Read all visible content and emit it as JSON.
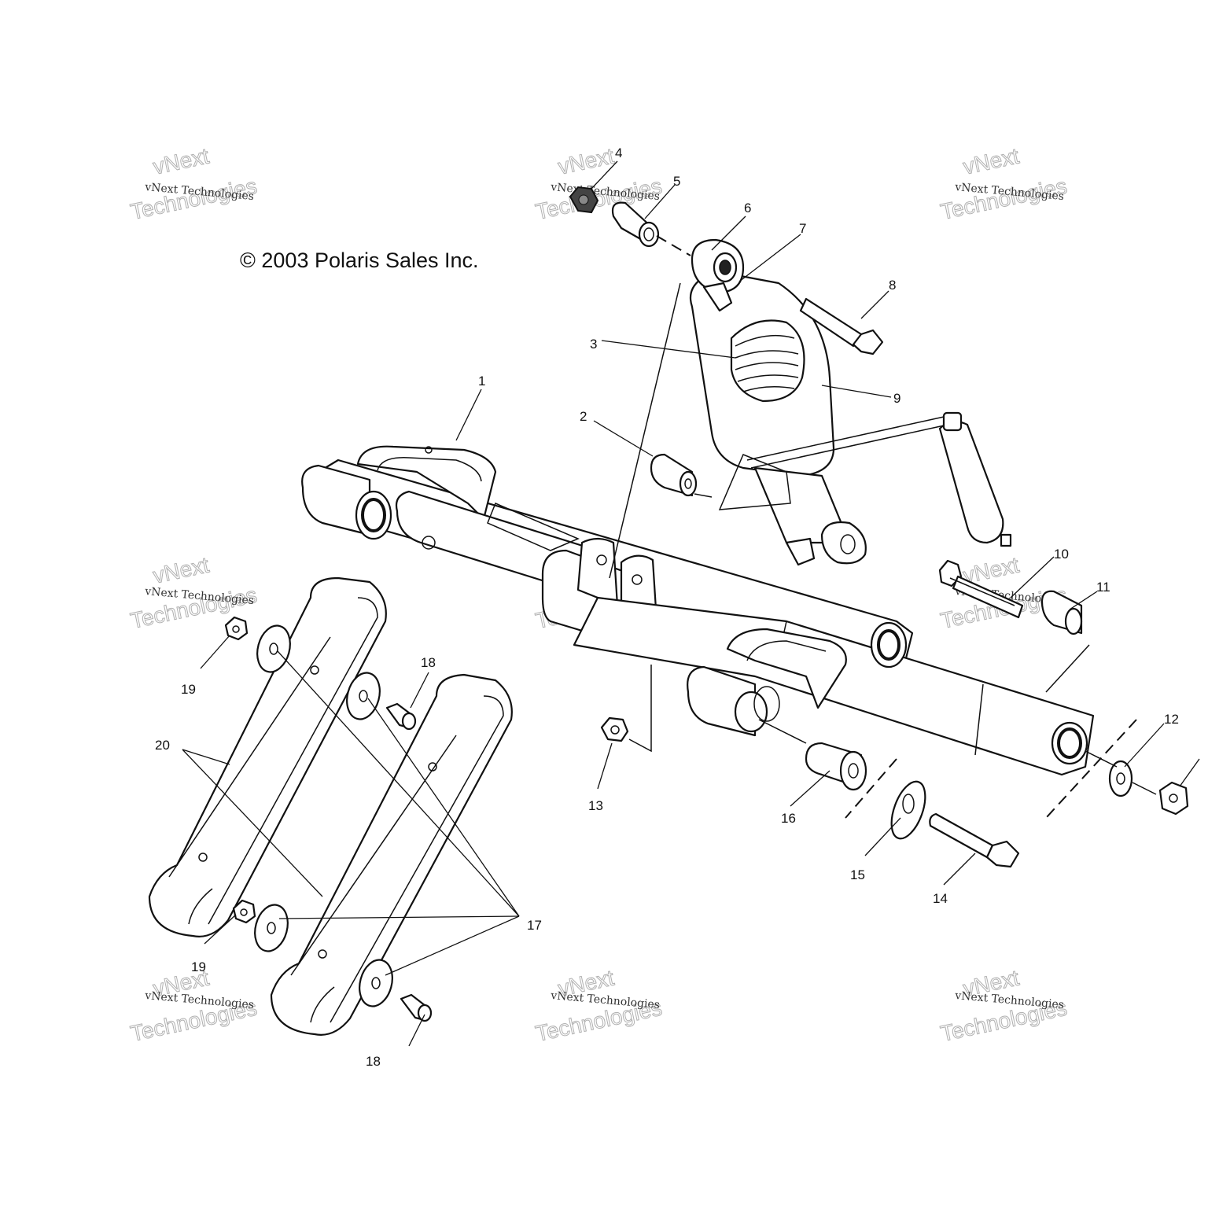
{
  "copyright": "© 2003 Polaris Sales Inc.",
  "watermark": {
    "line1": "vNext Technologies",
    "line2": "vNext",
    "line3": "Technologies"
  },
  "callouts": [
    "1",
    "2",
    "3",
    "4",
    "5",
    "6",
    "7",
    "8",
    "9",
    "10",
    "11",
    "12",
    "13",
    "14",
    "15",
    "16",
    "17",
    "18",
    "19",
    "20"
  ],
  "callouts_repeated": {
    "17": "17",
    "18": "18",
    "19": "19"
  }
}
